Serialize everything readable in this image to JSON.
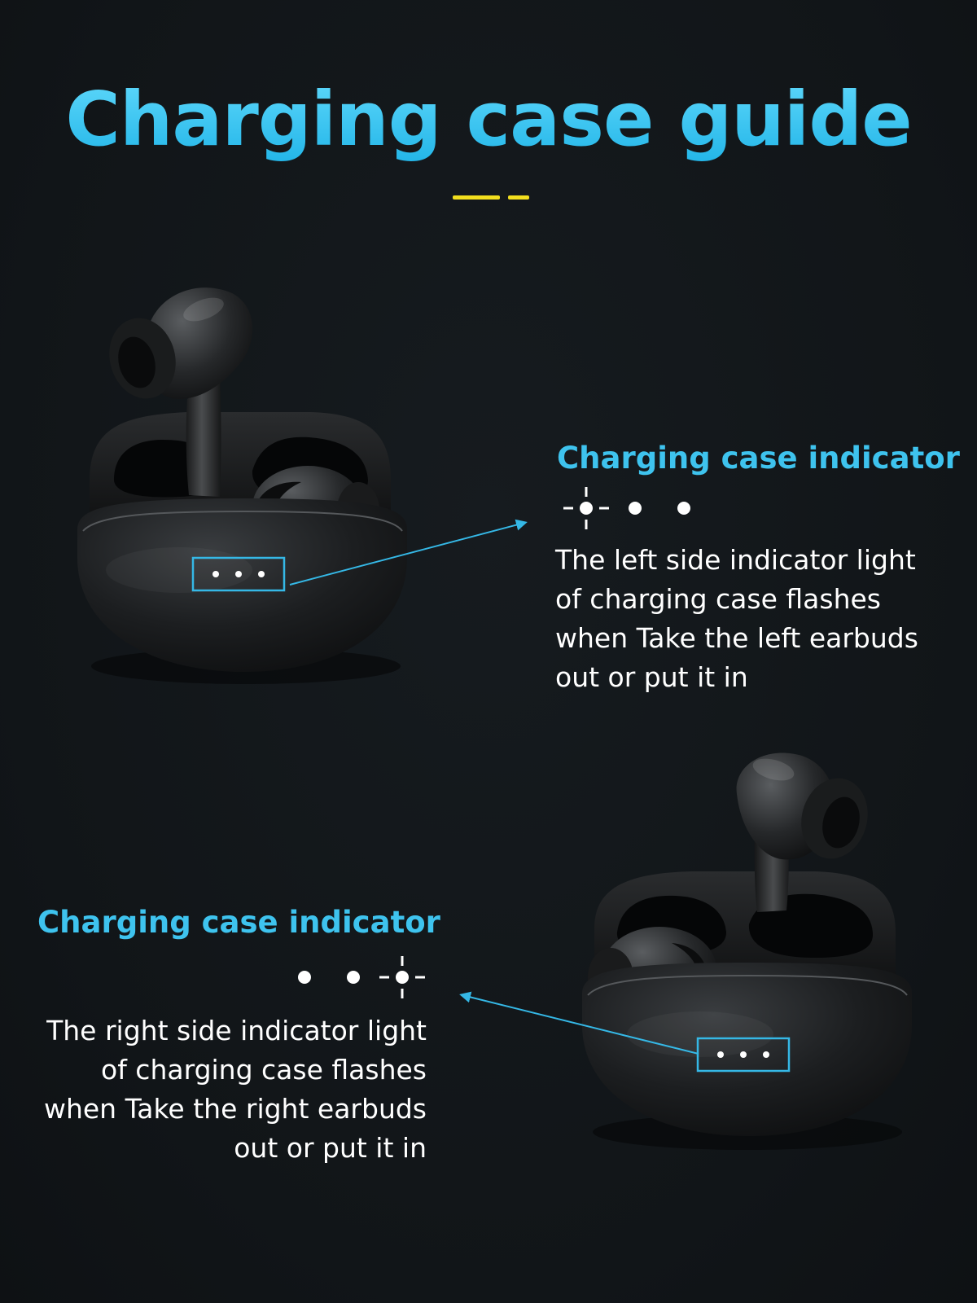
{
  "page": {
    "title": "Charging case guide",
    "accent_color": "#3ec3ee",
    "underline_color": "#f2de1e",
    "background_color": "#121619"
  },
  "left_indicator": {
    "heading": "Charging case indicator",
    "description": "The left side indicator light\nof charging case flashes\nwhen Take the left earbuds\nout or put it in",
    "lights": [
      "flashing",
      "steady",
      "steady"
    ]
  },
  "right_indicator": {
    "heading": "Charging case indicator",
    "description": "The right side indicator light\nof charging case flashes\nwhen Take the right earbuds\nout or put it in",
    "lights": [
      "steady",
      "steady",
      "flashing"
    ]
  },
  "icons": {
    "left_product": "earbuds-case-left-out-image",
    "right_product": "earbuds-case-right-out-image",
    "flashing_light": "flashing-light-icon",
    "steady_light": "steady-light-icon",
    "pointer": "arrow-pointer-icon"
  }
}
